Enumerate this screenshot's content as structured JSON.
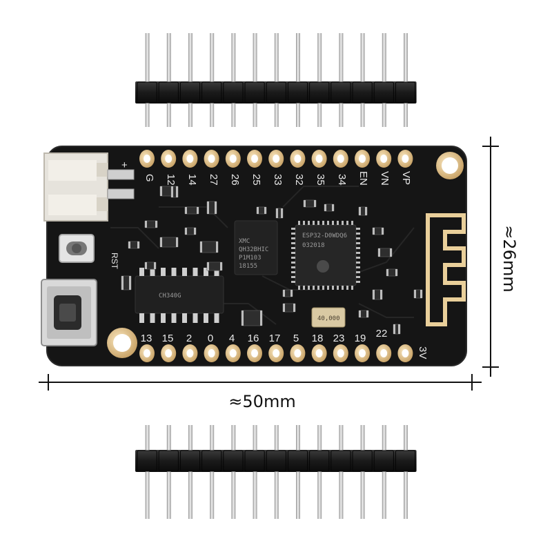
{
  "board": {
    "top_pin_labels": [
      "G",
      "12",
      "14",
      "27",
      "26",
      "25",
      "33",
      "32",
      "35",
      "34",
      "EN",
      "VN",
      "VP"
    ],
    "bottom_pin_labels": [
      "13",
      "15",
      "2",
      "0",
      "4",
      "16",
      "17",
      "5",
      "18",
      "23",
      "19",
      "22",
      "3V"
    ],
    "battery_plus_label": "+",
    "battery_minus_label": "-",
    "reset_label": "RST",
    "flash_chip_text": [
      "XMC",
      "QH32BHIC",
      "P1M103",
      "18155"
    ],
    "mcu_chip_text": [
      "ESP32-D0WDQ6",
      "032018"
    ],
    "usb_chip_text": [
      "CH340G"
    ],
    "crystal_text": "40,000"
  },
  "dimensions": {
    "width_label": "≈50mm",
    "height_label": "≈26mm"
  },
  "colors": {
    "pcb": "#141414",
    "pad_gold": "#e9cf9a",
    "header_plastic": "#1e1e1e",
    "pin_metal": "#c9c9c9",
    "dimension_line": "#111111"
  }
}
